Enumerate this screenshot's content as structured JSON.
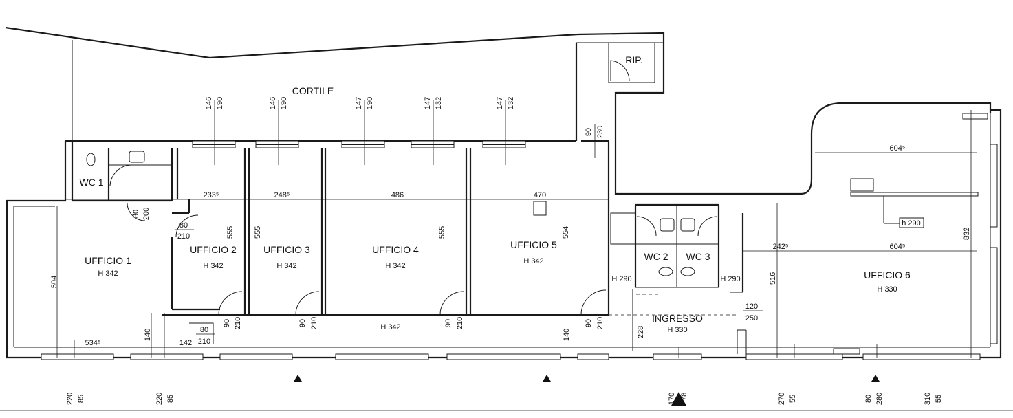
{
  "rooms": {
    "cortile": "CORTILE",
    "rip": "RIP.",
    "wc1": "WC 1",
    "wc2": "WC 2",
    "wc3": "WC 3",
    "ufficio1": {
      "name": "UFFICIO 1",
      "height": "H 342"
    },
    "ufficio2": {
      "name": "UFFICIO 2",
      "height": "H 342"
    },
    "ufficio3": {
      "name": "UFFICIO 3",
      "height": "H 342"
    },
    "ufficio4": {
      "name": "UFFICIO 4",
      "height": "H 342"
    },
    "ufficio5": {
      "name": "UFFICIO 5",
      "height": "H 342"
    },
    "ufficio6": {
      "name": "UFFICIO 6",
      "height": "H 330"
    },
    "ingresso": {
      "name": "INGRESSO",
      "height": "H 330"
    },
    "corridor_height": "H 342"
  },
  "dimensions": {
    "top_pairs": [
      {
        "a": "146",
        "b": "190"
      },
      {
        "a": "146",
        "b": "190"
      },
      {
        "a": "147",
        "b": "190"
      },
      {
        "a": "147",
        "b": "132"
      },
      {
        "a": "147",
        "b": "132"
      },
      {
        "a": "90",
        "b": "230"
      }
    ],
    "widths": {
      "u2": "233⁵",
      "u3": "248⁵",
      "u4": "486",
      "u5": "470",
      "u6_top": "604⁵",
      "u6_mid": "604⁵",
      "u6_left": "242⁵",
      "u1_bottom": "534⁵",
      "corr_142": "142"
    },
    "heights": {
      "u1": "504",
      "u2": "555",
      "u3": "555",
      "u4": "555",
      "u5": "554",
      "u6": "832",
      "u6_inner": "516",
      "ing": "228",
      "corr_140a": "140",
      "corr_140b": "140"
    },
    "doors": {
      "d_wc": {
        "a": "80",
        "b": "200"
      },
      "d_u2": {
        "a": "80",
        "b": "210"
      },
      "d_corr": {
        "a": "80",
        "b": "210"
      },
      "d_u2b": {
        "a": "90",
        "b": "210"
      },
      "d_u3": {
        "a": "90",
        "b": "210"
      },
      "d_u4": {
        "a": "90",
        "b": "210"
      },
      "d_u5": {
        "a": "90",
        "b": "210"
      },
      "d_ing": {
        "a": "120",
        "b": "250"
      }
    },
    "h290_left": "H 290",
    "h290_right": "H 290",
    "h290_small": "h 290",
    "bottom_pairs": [
      {
        "a": "220",
        "b": "85"
      },
      {
        "a": "220",
        "b": "85"
      },
      {
        "a": "170",
        "b": "278"
      },
      {
        "a": "270",
        "b": "55"
      },
      {
        "a": "80",
        "b": "280"
      },
      {
        "a": "310",
        "b": "55"
      }
    ]
  }
}
